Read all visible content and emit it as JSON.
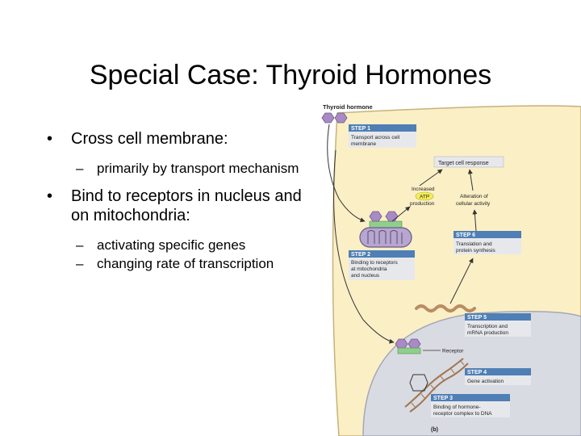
{
  "slide": {
    "title": "Special Case: Thyroid Hormones",
    "bullets": [
      {
        "text": "Cross cell membrane:",
        "subs": [
          "primarily by transport mechanism"
        ]
      },
      {
        "text": "Bind to receptors in nucleus and on mitochondria:",
        "subs": [
          "activating specific genes",
          "changing rate of transcription"
        ]
      }
    ]
  },
  "figure": {
    "hormone_label": "Thyroid hormone",
    "step1": {
      "title": "STEP 1",
      "lines": [
        "Transport across cell",
        "membrane"
      ]
    },
    "target_response": "Target cell response",
    "increased_label": "Increased",
    "atp_label": "ATP",
    "production_label": "production",
    "alteration_lines": [
      "Alteration of",
      "cellular activity"
    ],
    "step6": {
      "title": "STEP 6",
      "lines": [
        "Translation and",
        "protein synthesis"
      ]
    },
    "step2": {
      "title": "STEP 2",
      "lines": [
        "Binding to receptors",
        "at mitochondria",
        "and nucleus"
      ]
    },
    "step5": {
      "title": "STEP 5",
      "lines": [
        "Transcription and",
        "mRNA production"
      ]
    },
    "receptor_label": "Receptor",
    "step4": {
      "title": "STEP 4",
      "lines": [
        "Gene activation"
      ]
    },
    "step3": {
      "title": "STEP 3",
      "lines": [
        "Binding of hormone-",
        "receptor complex to DNA"
      ]
    },
    "panel_label": "(b)",
    "colors": {
      "cytoplasm": "#fbefc6",
      "nucleus": "#d9dbe2",
      "step_header": "#4f7fb4",
      "step_body": "#e7e8ec",
      "hormone": "#a98bc4",
      "receptor": "#8fcf8c",
      "mitochondrion": "#b7a6cf",
      "mrna": "#b98d63",
      "atp": "#f3ee5a"
    }
  }
}
